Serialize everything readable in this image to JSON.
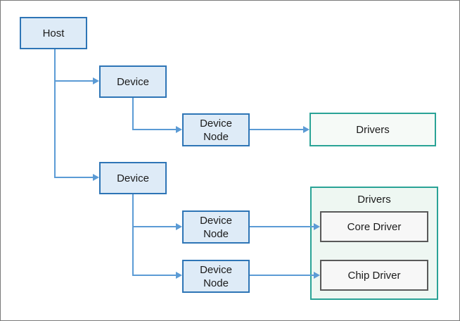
{
  "diagram": {
    "nodes": {
      "host": {
        "label": "Host"
      },
      "device1": {
        "label": "Device"
      },
      "device_node1": {
        "label": "Device Node"
      },
      "drivers1": {
        "label": "Drivers"
      },
      "device2": {
        "label": "Device"
      },
      "device_node2": {
        "label": "Device Node"
      },
      "device_node3": {
        "label": "Device Node"
      },
      "drivers_group": {
        "label": "Drivers"
      },
      "core_driver": {
        "label": "Core Driver"
      },
      "chip_driver": {
        "label": "Chip Driver"
      }
    },
    "colors": {
      "node_fill": "#deebf7",
      "node_border": "#2e75b6",
      "connector": "#5b9bd5",
      "drivers_border": "#2aa396",
      "drivers_box_fill": "#f6faf7",
      "drivers_group_fill": "#eef7f2",
      "driver_item_border": "#595959",
      "driver_item_fill": "#f7f7f7",
      "frame_border": "#7a7a7a",
      "text": "#1a1a1a"
    }
  }
}
